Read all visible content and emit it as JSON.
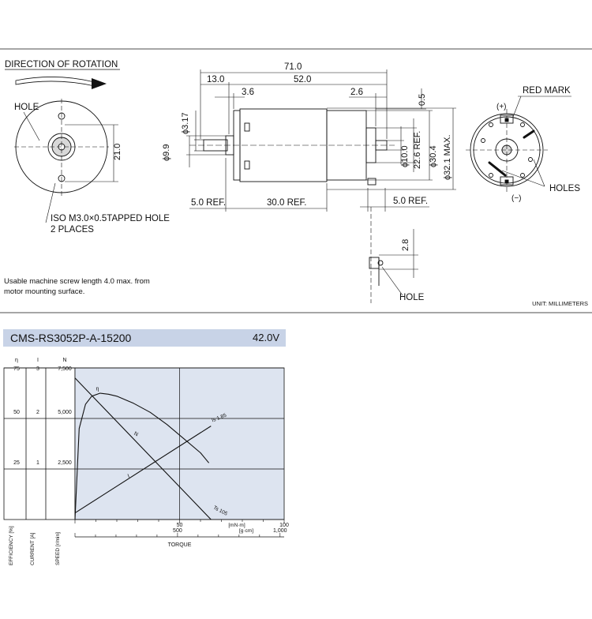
{
  "drawing": {
    "direction_of_rotation": "DIRECTION OF ROTATION",
    "hole_left": "HOLE",
    "dim_21": "21.0",
    "tapped_hole_line1": "ISO M3.0×0.5TAPPED HOLE",
    "tapped_hole_line2": "2 PLACES",
    "dim_71": "71.0",
    "dim_13": "13.0",
    "dim_52": "52.0",
    "dim_3_6": "3.6",
    "dim_2_6": "2.6",
    "dim_0_5": "0.5",
    "dim_3_17": "ϕ3.17",
    "dim_9_9": "ϕ9.9",
    "dim_10": "ϕ10.0",
    "dim_22_6": "22.6 REF.",
    "dim_30_4": "ϕ30.4",
    "dim_32_1": "ϕ32.1 MAX.",
    "dim_5_ref_left": "5.0 REF.",
    "dim_30_ref": "30.0 REF.",
    "dim_5_ref_right": "5.0 REF.",
    "dim_2_8": "2.8",
    "hole_bottom": "HOLE",
    "red_mark": "RED MARK",
    "plus": "(+)",
    "minus": "(−)",
    "holes": "HOLES",
    "usable_note_line1": "Usable machine screw length 4.0 max. from",
    "usable_note_line2": "motor mounting surface.",
    "unit": "UNIT: MILLIMETERS"
  },
  "model": {
    "name": "CMS-RS3052P-A-15200",
    "voltage": "42.0V"
  },
  "colors": {
    "plot_bg": "#dde4f0",
    "header_bar": "#c8d3e7",
    "line": "#111111"
  },
  "chart_data": {
    "type": "line",
    "left_axes": [
      {
        "symbol": "η",
        "label": "EFFICIENCY [%]",
        "ticks": [
          "75",
          "50",
          "25"
        ],
        "values": [
          75,
          50,
          25
        ]
      },
      {
        "symbol": "I",
        "label": "CURRENT [A]",
        "ticks": [
          "3",
          "2",
          "1"
        ],
        "values": [
          3,
          2,
          1
        ]
      },
      {
        "symbol": "N",
        "label": "SPEED [r/min]",
        "ticks": [
          "7,500",
          "5,000",
          "2,500"
        ],
        "values": [
          7500,
          5000,
          2500
        ]
      }
    ],
    "x_axes": [
      {
        "unit": "[mN·m]",
        "ticks": [
          "50",
          "100"
        ],
        "values": [
          50,
          100
        ],
        "range": [
          0,
          100
        ]
      },
      {
        "unit": "[g·cm]",
        "ticks": [
          "500",
          "1,000"
        ],
        "values": [
          500,
          1000
        ],
        "range": [
          0,
          1020
        ]
      }
    ],
    "xlabel": "TORQUE",
    "series": [
      {
        "name": "η",
        "x_mNm": [
          0,
          2,
          5,
          8,
          12,
          16,
          20,
          28,
          36,
          44,
          52,
          60,
          64
        ],
        "y": [
          0,
          45,
          57,
          61,
          62.5,
          62,
          61,
          57.5,
          53,
          47,
          40,
          33,
          28
        ]
      },
      {
        "name": "N",
        "x_mNm": [
          0,
          65
        ],
        "y": [
          7000,
          0
        ]
      },
      {
        "name": "I",
        "x_mNm": [
          0,
          65
        ],
        "y": [
          0.13,
          1.85
        ]
      }
    ],
    "annotations": [
      "Is 1.85",
      "Ts 105"
    ]
  }
}
